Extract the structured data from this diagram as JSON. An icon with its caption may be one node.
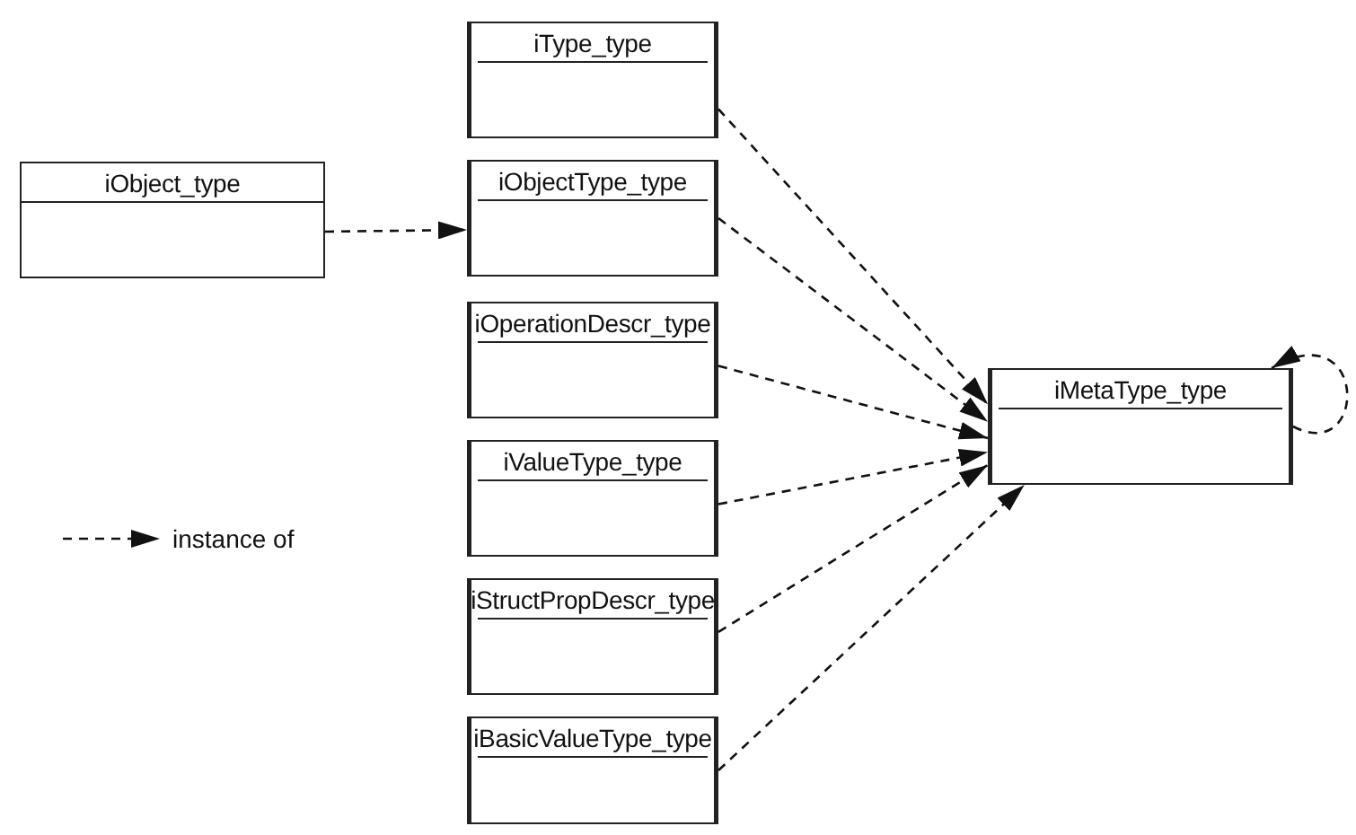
{
  "diagram": {
    "nodes": [
      {
        "text": [
          "iObject_type"
        ]
      },
      {
        "text": [
          "iType_type"
        ]
      },
      {
        "text": [
          "iObjectType_type"
        ]
      },
      {
        "text": [
          "iOperationDescr_type"
        ]
      },
      {
        "text": [
          "iValueType_type"
        ]
      },
      {
        "text": [
          "iStructPropDescr_type"
        ]
      },
      {
        "text": [
          "iBasicValueType_type"
        ]
      },
      {
        "text": [
          "iMetaType_type"
        ]
      }
    ],
    "edges": [
      {
        "from": 0,
        "to": 2,
        "arrow": "to",
        "style": "dashed"
      },
      {
        "from": 1,
        "to": 7,
        "arrow": "to",
        "style": "dashed"
      },
      {
        "from": 2,
        "to": 7,
        "arrow": "to",
        "style": "dashed"
      },
      {
        "from": 3,
        "to": 7,
        "arrow": "to",
        "style": "dashed"
      },
      {
        "from": 4,
        "to": 7,
        "arrow": "to",
        "style": "dashed"
      },
      {
        "from": 5,
        "to": 7,
        "arrow": "to",
        "style": "dashed"
      },
      {
        "from": 6,
        "to": 7,
        "arrow": "to",
        "style": "dashed"
      },
      {
        "from": 7,
        "to": 7,
        "arrow": "to",
        "style": "dashed"
      }
    ],
    "legend": [
      {
        "text": "instance of"
      }
    ]
  }
}
